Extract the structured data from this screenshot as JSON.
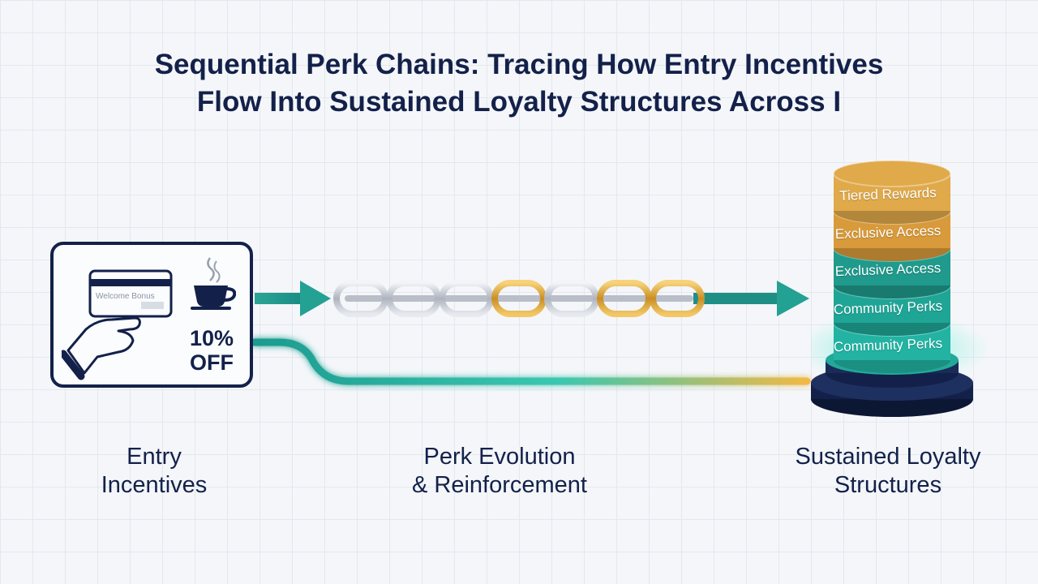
{
  "title": {
    "line1": "Sequential Perk Chains: Tracing How Entry Incentives",
    "line2": "Flow Into Sustained Loyalty Structures Across I"
  },
  "entry_card": {
    "bonus_label": "Welcome Bonus",
    "discount_line1": "10%",
    "discount_line2": "OFF",
    "icons": [
      "credit-card-icon",
      "hand-icon",
      "coffee-cup-icon"
    ]
  },
  "chain": {
    "links": [
      "silver",
      "silver",
      "silver",
      "gold",
      "silver",
      "gold",
      "gold"
    ]
  },
  "loyalty_stack": {
    "layers": [
      {
        "label": "Tiered Rewards",
        "color": "#e0a94a"
      },
      {
        "label": "Exclusive Access",
        "color": "#d89a3a"
      },
      {
        "label": "Exclusive Access",
        "color": "#1f9a8c"
      },
      {
        "label": "Community Perks",
        "color": "#1fa596"
      },
      {
        "label": "Community Perks",
        "color": "#22b3a3"
      }
    ],
    "base_color": "#13214a"
  },
  "stages": {
    "entry": [
      "Entry",
      "Incentives"
    ],
    "evolution": [
      "Perk Evolution",
      "& Reinforcement"
    ],
    "loyalty": [
      "Sustained Loyalty",
      "Structures"
    ]
  },
  "colors": {
    "navy": "#13214a",
    "teal": "#1c9b8f",
    "gold": "#e0a94a",
    "silver": "#c5cad3"
  }
}
